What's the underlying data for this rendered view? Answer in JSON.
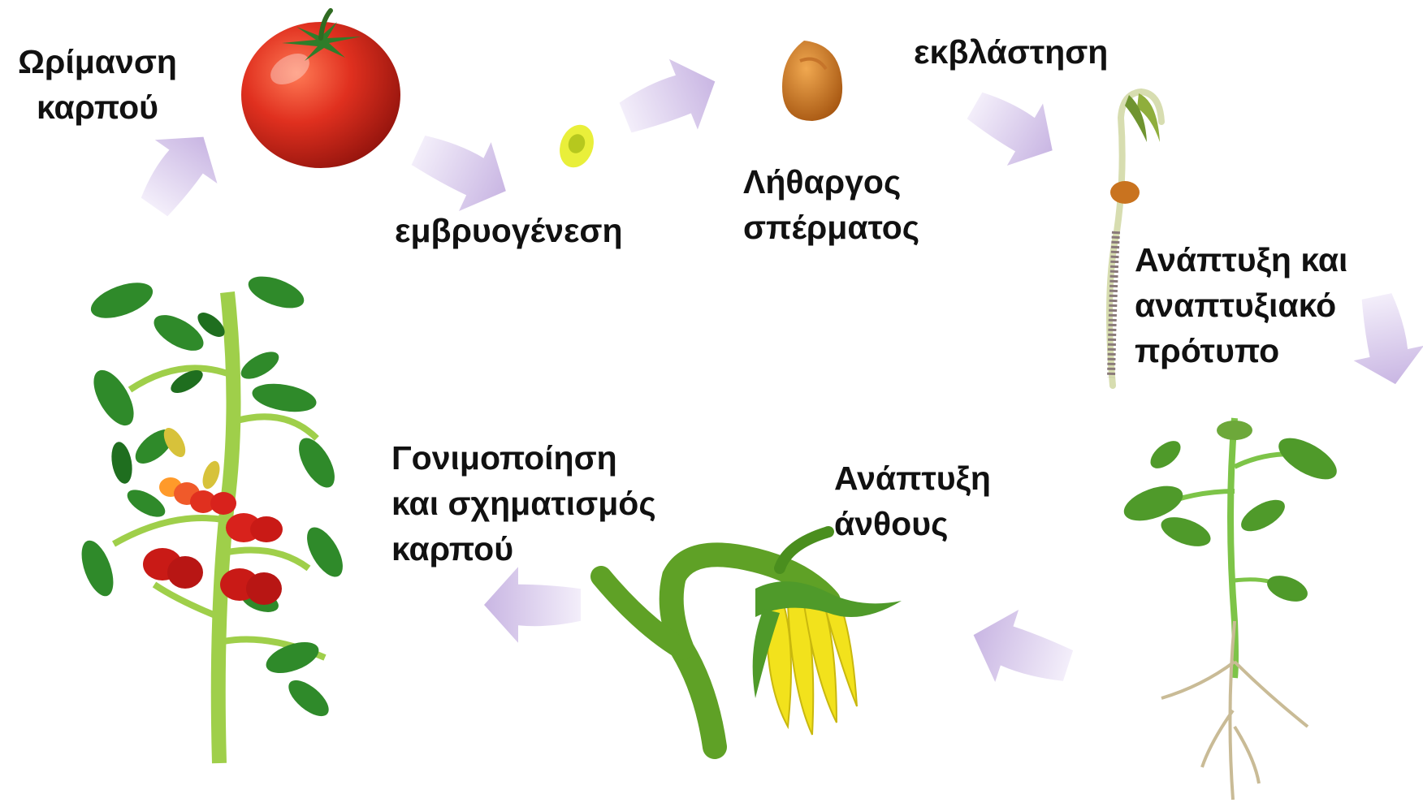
{
  "stages": {
    "fruit_ripening": [
      "Ωρίμανση",
      "καρπού"
    ],
    "embryogenesis": "εμβρυογένεση",
    "seed_dormancy": [
      "Λήθαργος",
      "σπέρματος"
    ],
    "germination": "εκβλάστηση",
    "growth_development": [
      "Ανάπτυξη και",
      "αναπτυξιακό",
      "πρότυπο"
    ],
    "flower_development": [
      "Ανάπτυξη",
      "άνθους"
    ],
    "fertilization_fruit": [
      "Γονιμοποίηση",
      "και σχηματισμός",
      "καρπού"
    ]
  },
  "colors": {
    "arrow": "#d9cbeb",
    "text": "#111111",
    "tomato": "#e0301f",
    "leaf": "#3f8f2a",
    "seed": "#d07a2a",
    "flower": "#f2e21c"
  },
  "icons": [
    "tomato-icon",
    "embryo-icon",
    "seed-icon",
    "seedling-icon",
    "young-plant-icon",
    "flower-icon",
    "tomato-plant-icon"
  ]
}
